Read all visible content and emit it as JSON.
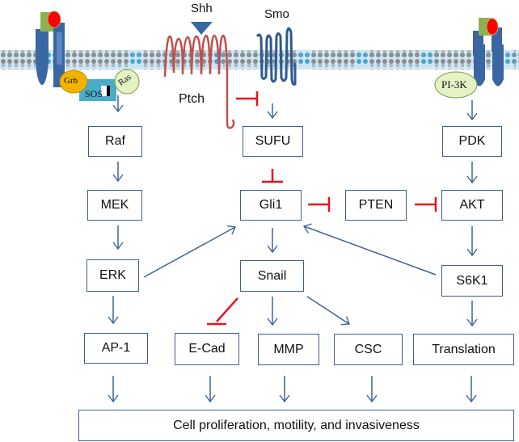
{
  "diagram": {
    "title": "Hedgehog, Ras/MAPK and PI3K/AKT signaling crosstalk",
    "colors": {
      "box_border": "#3f5f8f",
      "activation_arrow": "#3f6496",
      "inhibition": "#e8141c",
      "ptch": "#c0504d",
      "smo": "#2e5a8e",
      "receptor": "#3a66a4",
      "ligand_green": "#8db152",
      "ligand_red": "#ff0000",
      "grb": "#f0b400",
      "sos": "#4aacc6",
      "ras_pi3k": "#e4f2c4"
    },
    "membrane_labels": {
      "shh": "Shh",
      "smo": "Smo",
      "ptch": "Ptch",
      "grb": "Grb",
      "sos": "SOS",
      "ras": "Ras",
      "pi3k": "PI-3K"
    },
    "nodes": {
      "raf": "Raf",
      "mek": "MEK",
      "erk": "ERK",
      "ap1": "AP-1",
      "sufu": "SUFU",
      "gli1": "Gli1",
      "snail": "Snail",
      "ecad": "E-Cad",
      "mmp": "MMP",
      "csc": "CSC",
      "pten": "PTEN",
      "pdk": "PDK",
      "akt": "AKT",
      "s6k1": "S6K1",
      "translation": "Translation",
      "outcome": "Cell proliferation, motility, and invasiveness"
    },
    "edges": [
      {
        "from": "Ras",
        "to": "Raf",
        "type": "activation"
      },
      {
        "from": "Raf",
        "to": "MEK",
        "type": "activation"
      },
      {
        "from": "MEK",
        "to": "ERK",
        "type": "activation"
      },
      {
        "from": "ERK",
        "to": "AP-1",
        "type": "activation"
      },
      {
        "from": "ERK",
        "to": "Gli1",
        "type": "activation"
      },
      {
        "from": "Ptch",
        "to": "Smo",
        "type": "inhibition"
      },
      {
        "from": "Smo",
        "to": "SUFU",
        "type": "activation"
      },
      {
        "from": "SUFU",
        "to": "Gli1",
        "type": "inhibition"
      },
      {
        "from": "Gli1",
        "to": "PTEN",
        "type": "inhibition"
      },
      {
        "from": "PTEN",
        "to": "AKT",
        "type": "inhibition"
      },
      {
        "from": "Gli1",
        "to": "Snail",
        "type": "activation"
      },
      {
        "from": "Snail",
        "to": "E-Cad",
        "type": "inhibition"
      },
      {
        "from": "Snail",
        "to": "MMP",
        "type": "activation"
      },
      {
        "from": "Snail",
        "to": "CSC",
        "type": "activation"
      },
      {
        "from": "PI-3K",
        "to": "PDK",
        "type": "activation"
      },
      {
        "from": "PDK",
        "to": "AKT",
        "type": "activation"
      },
      {
        "from": "AKT",
        "to": "S6K1",
        "type": "activation"
      },
      {
        "from": "S6K1",
        "to": "Gli1",
        "type": "activation"
      },
      {
        "from": "S6K1",
        "to": "Translation",
        "type": "activation"
      },
      {
        "from": "AP-1",
        "to": "Cell proliferation, motility, and invasiveness",
        "type": "activation"
      },
      {
        "from": "E-Cad",
        "to": "Cell proliferation, motility, and invasiveness",
        "type": "activation"
      },
      {
        "from": "MMP",
        "to": "Cell proliferation, motility, and invasiveness",
        "type": "activation"
      },
      {
        "from": "CSC",
        "to": "Cell proliferation, motility, and invasiveness",
        "type": "activation"
      },
      {
        "from": "Translation",
        "to": "Cell proliferation, motility, and invasiveness",
        "type": "activation"
      }
    ]
  }
}
